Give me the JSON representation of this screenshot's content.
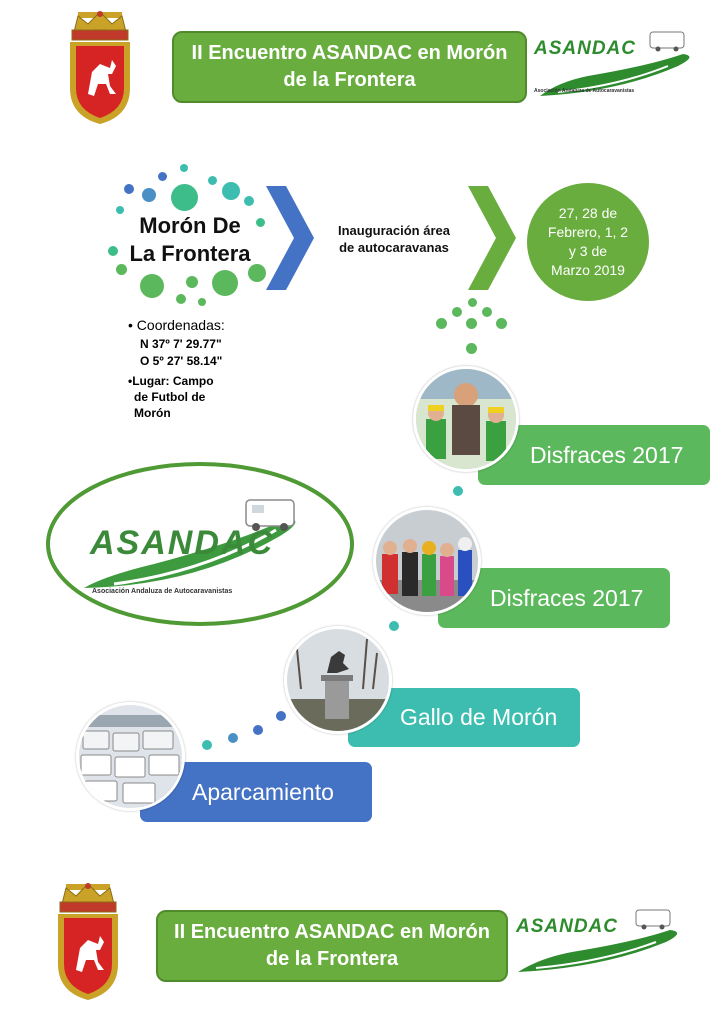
{
  "header": {
    "title_line1": "II Encuentro ASANDAC en Morón",
    "title_line2": "de la Frontera",
    "logo_text": "ASANDAC",
    "logo_subtext": "Asociación Andaluza de Autocaravanistas"
  },
  "location": {
    "name_line1": "Morón De",
    "name_line2": "La Frontera",
    "coords_label": "Coordenadas:",
    "lat": "N 37º 7' 29.77\"",
    "lon": "O 5º 27' 58.14\"",
    "place_line1": "Lugar: Campo",
    "place_line2": "de Futbol de",
    "place_line3": "Morón"
  },
  "event": {
    "inauguration_line1": "Inauguración área",
    "inauguration_line2": "de autocaravanas",
    "dates_line1": "27, 28 de",
    "dates_line2": "Febrero, 1, 2",
    "dates_line3": "y 3 de",
    "dates_line4": "Marzo 2019"
  },
  "big_logo": {
    "text": "ASANDAC",
    "subtext": "Asociación Andaluza de Autocaravanistas"
  },
  "timeline": [
    {
      "label": "Disfraces 2017"
    },
    {
      "label": "Disfraces 2017"
    },
    {
      "label": "Gallo de Morón"
    },
    {
      "label": "Aparcamiento"
    }
  ],
  "footer": {
    "title_line1": "II Encuentro ASANDAC en Morón",
    "title_line2": "de la Frontera",
    "logo_text": "ASANDAC"
  },
  "colors": {
    "green": "#6aad3f",
    "light_green": "#5cb85c",
    "teal": "#3dbdaf",
    "blue": "#4472c4",
    "dark_green": "#2e8b2e"
  }
}
